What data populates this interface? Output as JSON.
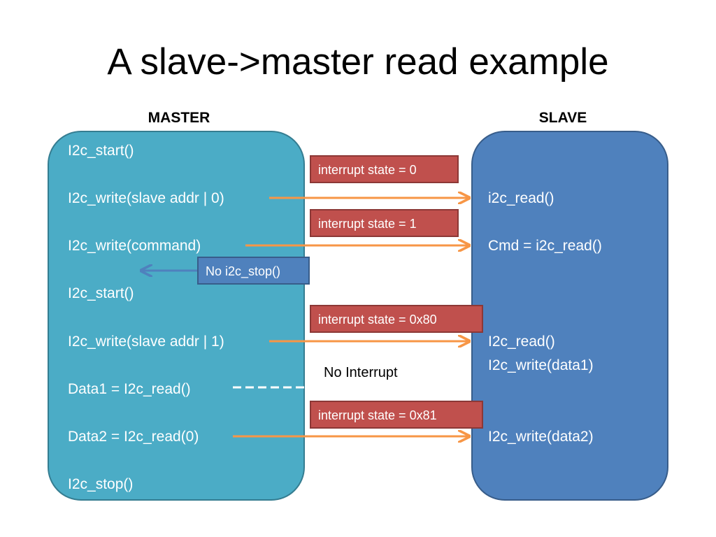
{
  "slide": {
    "title": "A slave->master read example"
  },
  "master": {
    "header": "MASTER",
    "lines": [
      "I2c_start()",
      "I2c_write(slave addr | 0)",
      "I2c_write(command)",
      "I2c_start()",
      "I2c_write(slave addr | 1)",
      "Data1 = I2c_read()",
      "Data2 = I2c_read(0)",
      "I2c_stop()"
    ]
  },
  "slave": {
    "header": "SLAVE",
    "lines": [
      "i2c_read()",
      "Cmd = i2c_read()",
      "I2c_read()",
      "I2c_write(data1)",
      "I2c_write(data2)"
    ]
  },
  "states": [
    "interrupt state = 0",
    "interrupt state = 1",
    "interrupt state = 0x80",
    "interrupt state = 0x81"
  ],
  "notes": {
    "no_stop": "No i2c_stop()",
    "no_interrupt": "No Interrupt"
  },
  "colors": {
    "master_panel": "#4bacc6",
    "slave_panel": "#4f81bd",
    "state_box": "#c0504d",
    "arrow": "#f79646",
    "no_interrupt_arrow": "#ffffff",
    "back_arrow": "#4f81bd"
  }
}
